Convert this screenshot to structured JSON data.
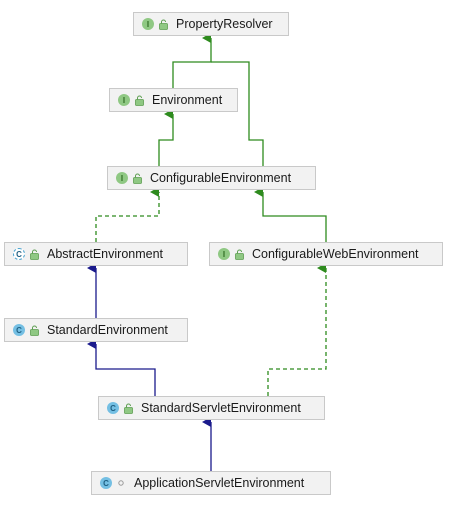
{
  "nodes": {
    "property_resolver": {
      "name": "PropertyResolver",
      "kind": "I",
      "icon": "interface-icon"
    },
    "environment": {
      "name": "Environment",
      "kind": "I",
      "icon": "interface-icon"
    },
    "configurable_environment": {
      "name": "ConfigurableEnvironment",
      "kind": "I",
      "icon": "interface-icon"
    },
    "abstract_environment": {
      "name": "AbstractEnvironment",
      "kind": "C",
      "icon": "abstract-class-icon"
    },
    "configurable_web_environment": {
      "name": "ConfigurableWebEnvironment",
      "kind": "I",
      "icon": "interface-icon"
    },
    "standard_environment": {
      "name": "StandardEnvironment",
      "kind": "C",
      "icon": "class-icon"
    },
    "standard_servlet_environment": {
      "name": "StandardServletEnvironment",
      "kind": "C",
      "icon": "class-icon"
    },
    "application_servlet_environment": {
      "name": "ApplicationServletEnvironment",
      "kind": "C",
      "icon": "class-icon"
    }
  },
  "edges": [
    {
      "from": "Environment",
      "to": "PropertyResolver",
      "type": "extends"
    },
    {
      "from": "ConfigurableEnvironment",
      "to": "PropertyResolver",
      "type": "extends"
    },
    {
      "from": "ConfigurableEnvironment",
      "to": "Environment",
      "type": "extends"
    },
    {
      "from": "AbstractEnvironment",
      "to": "ConfigurableEnvironment",
      "type": "implements"
    },
    {
      "from": "ConfigurableWebEnvironment",
      "to": "ConfigurableEnvironment",
      "type": "extends"
    },
    {
      "from": "StandardEnvironment",
      "to": "AbstractEnvironment",
      "type": "class-extends"
    },
    {
      "from": "StandardServletEnvironment",
      "to": "StandardEnvironment",
      "type": "class-extends"
    },
    {
      "from": "StandardServletEnvironment",
      "to": "ConfigurableWebEnvironment",
      "type": "implements"
    },
    {
      "from": "ApplicationServletEnvironment",
      "to": "StandardServletEnvironment",
      "type": "class-extends"
    }
  ],
  "colors": {
    "interface_edge": "#2e8b1e",
    "class_edge": "#1a1a8c",
    "node_bg": "#f2f2f2",
    "node_border": "#c9c9c9"
  }
}
